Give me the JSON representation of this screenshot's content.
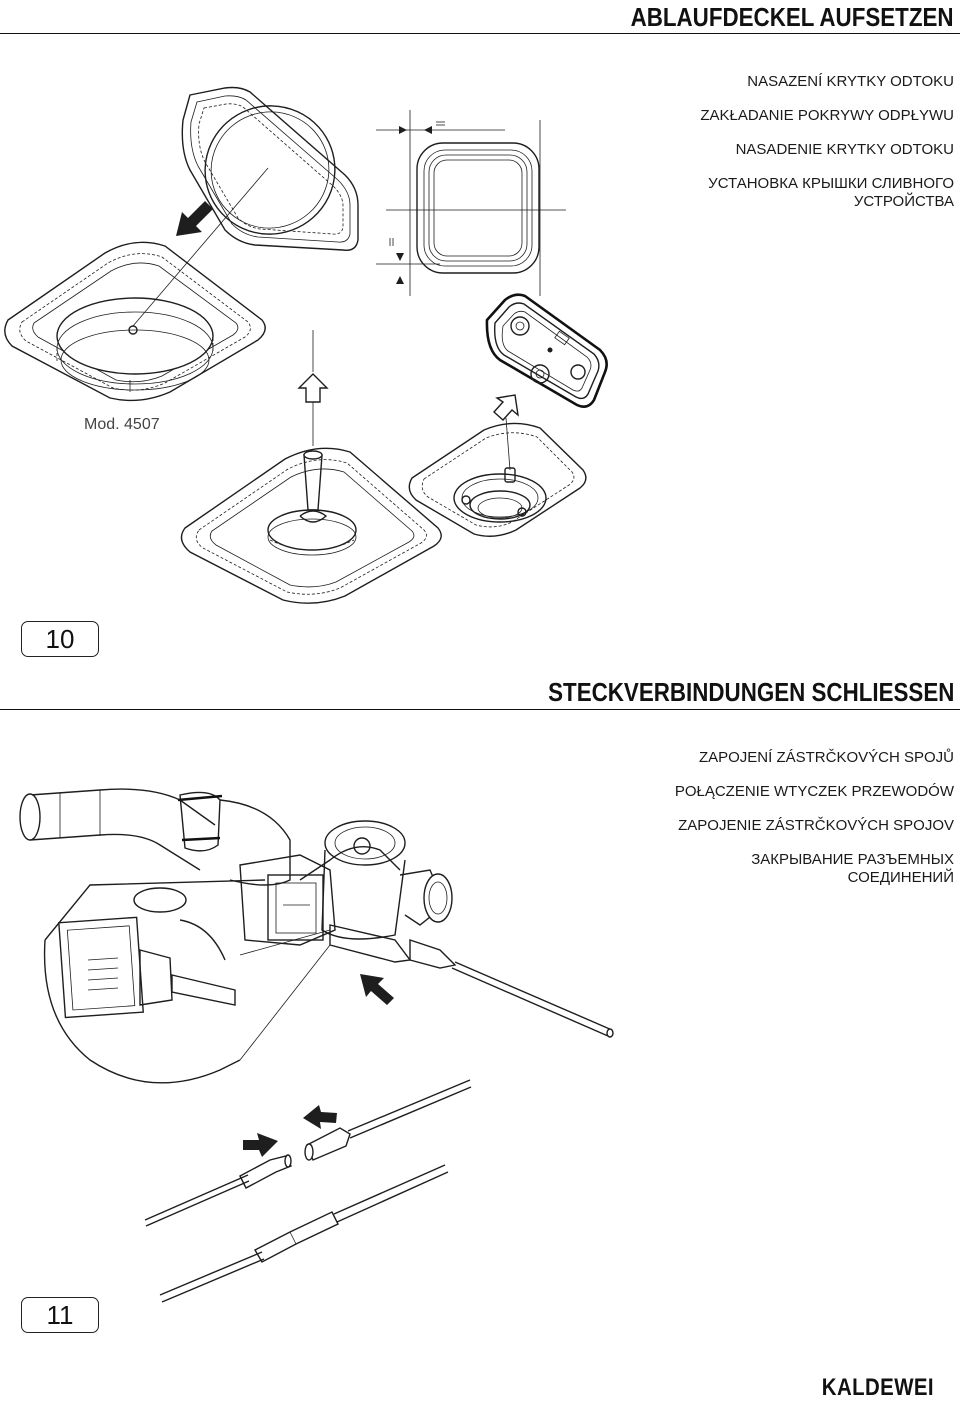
{
  "section1": {
    "heading": "ABLAUFDECKEL AUFSETZEN",
    "translations": [
      "NASAZENÍ KRYTKY ODTOKU",
      "ZAKŁADANIE POKRYWY ODPŁYWU",
      "NASADENIE KRYTKY ODTOKU",
      "УСТАНОВКА КРЫШКИ СЛИВНОГО\nУСТРОЙСТВА"
    ],
    "model_label": "Mod. 4507",
    "step_number": "10"
  },
  "section2": {
    "heading": "STECKVERBINDUNGEN SCHLIESSEN",
    "translations": [
      "ZAPOJENÍ ZÁSTRČKOVÝCH SPOJŮ",
      "POŁĄCZENIE WTYCZEK PRZEWODÓW",
      "ZAPOJENIE ZÁSTRČKOVÝCH SPOJOV",
      "ЗАКРЫВАНИЕ РАЗЪЕМНЫХ\nСОЕДИНЕНИЙ"
    ],
    "step_number": "11"
  },
  "footer": {
    "brand": "KALDEWEI"
  },
  "icons": {
    "pointer_arrow": "pointer-arrow-icon",
    "hollow_arrow": "hollow-arrow-icon"
  }
}
